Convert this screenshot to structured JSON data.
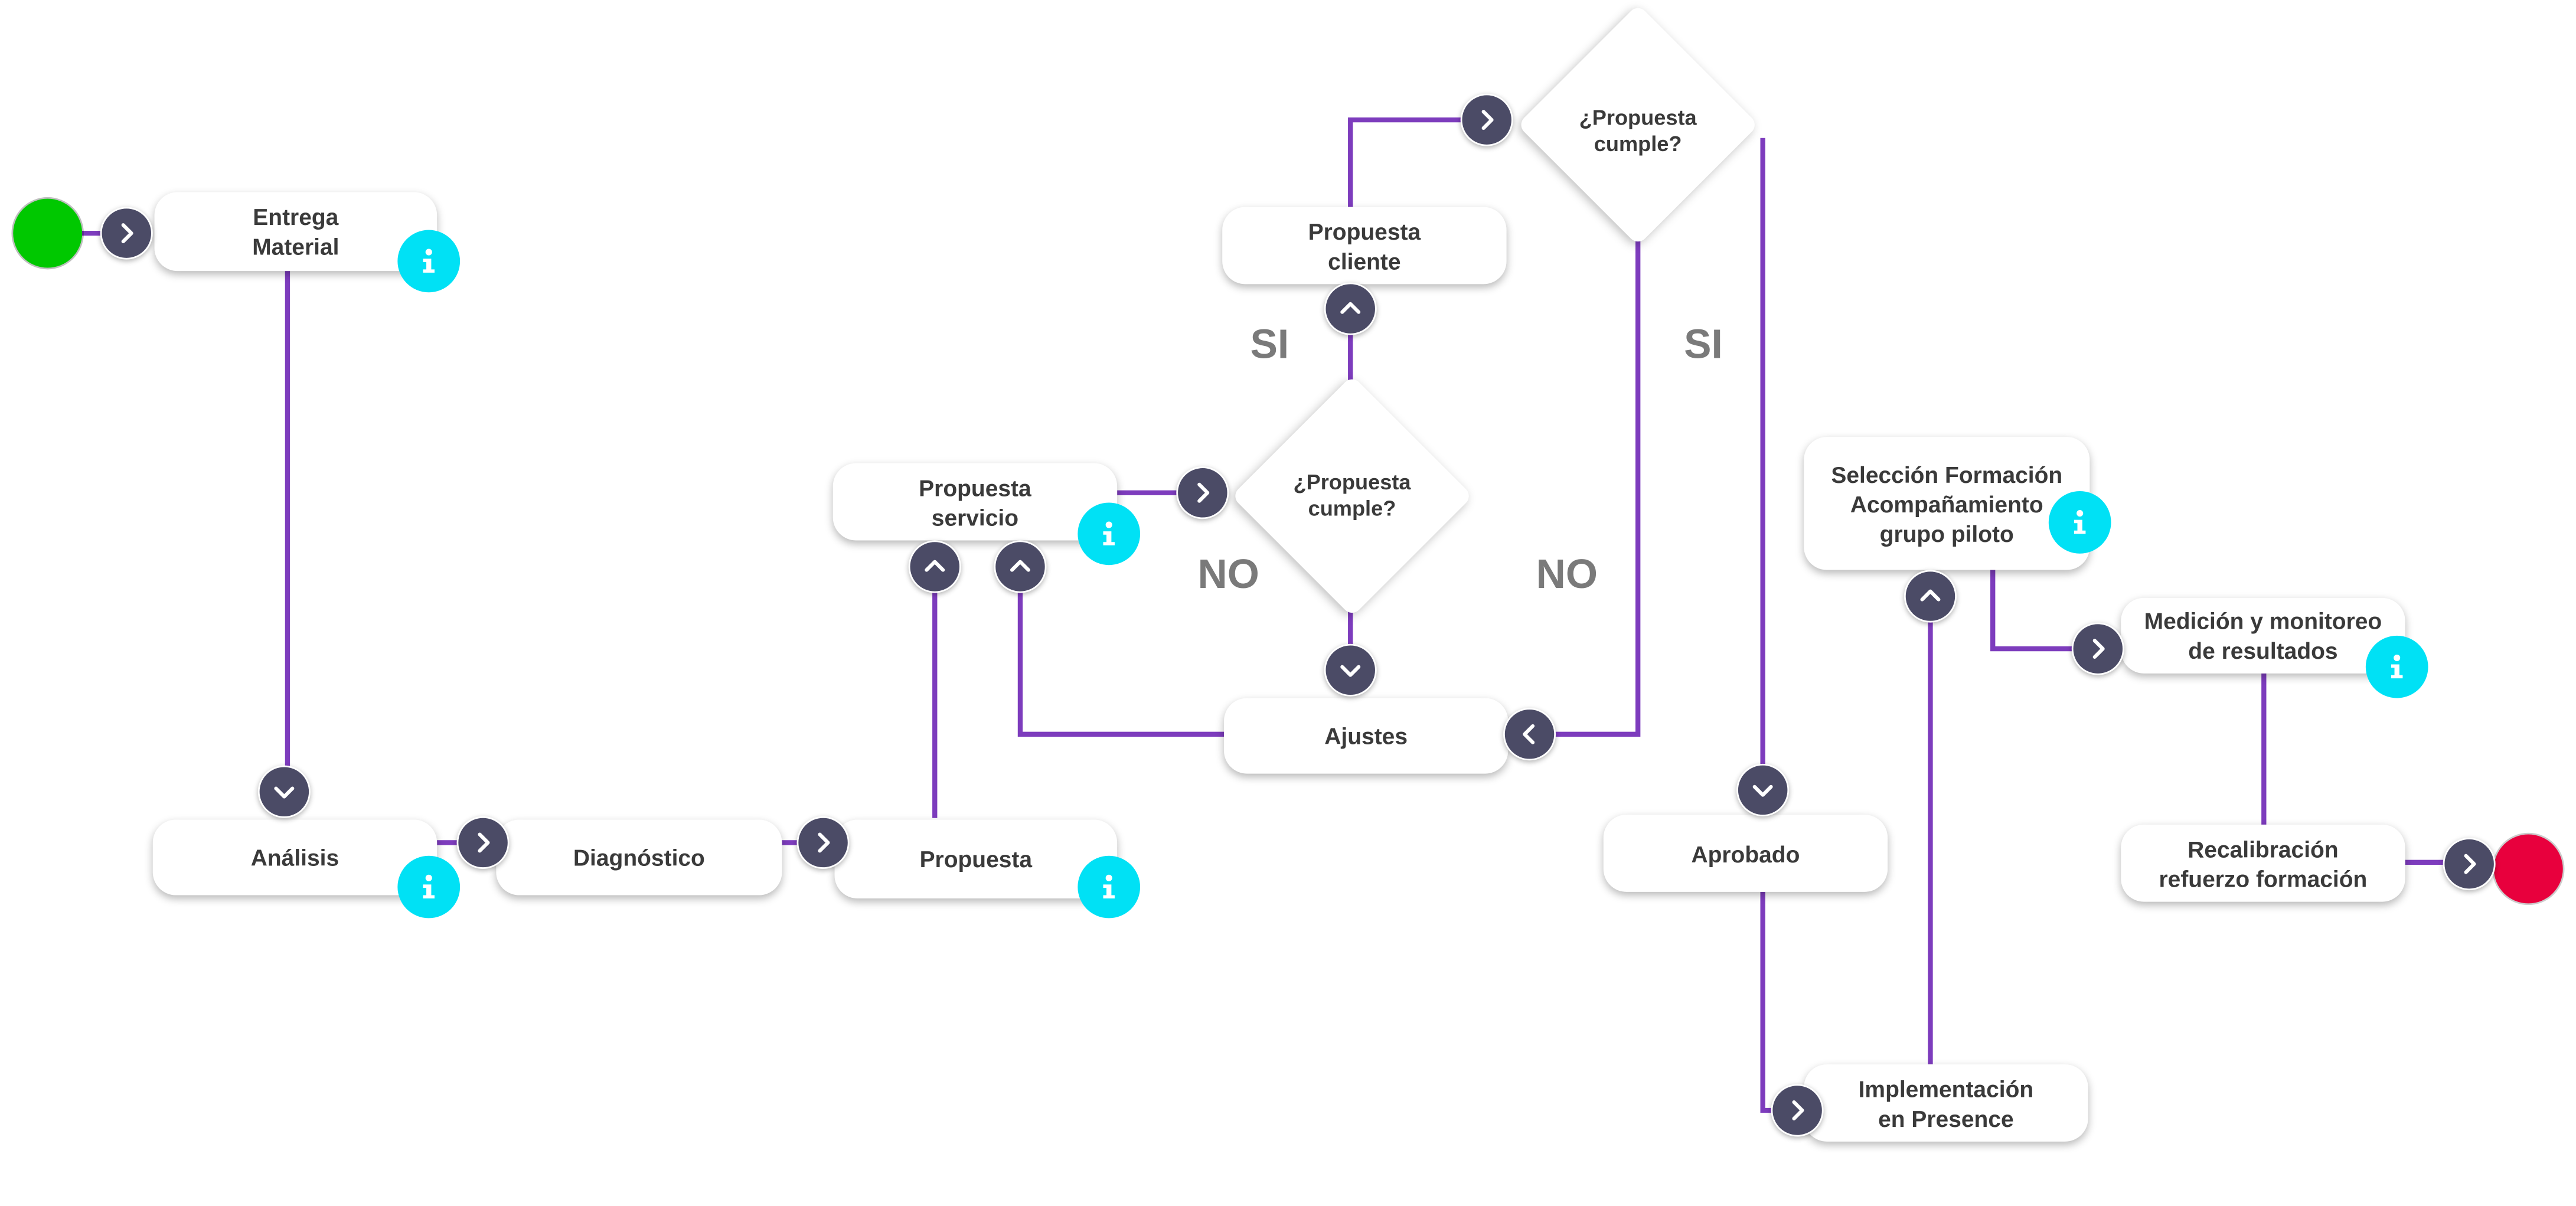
{
  "colors": {
    "connector": "#7d3cbd",
    "nav_button": "#4b4b66",
    "info_button": "#00e1f5",
    "start": "#00c800",
    "end": "#e8003d",
    "label": "#7a7a7a"
  },
  "nodes": {
    "entrega_material": "Entrega\nMaterial",
    "analisis": "Análisis",
    "diagnostico": "Diagnóstico",
    "propuesta": "Propuesta",
    "propuesta_servicio": "Propuesta\nservicio",
    "propuesta_cliente": "Propuesta\ncliente",
    "ajustes": "Ajustes",
    "aprobado": "Aprobado",
    "implementacion": "Implementación\nen Presence",
    "seleccion": "Selección Formación\nAcompañamiento\ngrupo piloto",
    "medicion": "Medición y monitoreo\nde resultados",
    "recalibracion": "Recalibración\nrefuerzo formación"
  },
  "decisions": {
    "cumple_1": "¿Propuesta\ncumple?",
    "cumple_2": "¿Propuesta\ncumple?"
  },
  "branch_labels": {
    "si_1": "SI",
    "no_1": "NO",
    "si_2": "SI",
    "no_2": "NO"
  },
  "icons": {
    "nav": "chevron-icon",
    "info": "info-icon",
    "start": "start-node",
    "end": "end-node"
  }
}
